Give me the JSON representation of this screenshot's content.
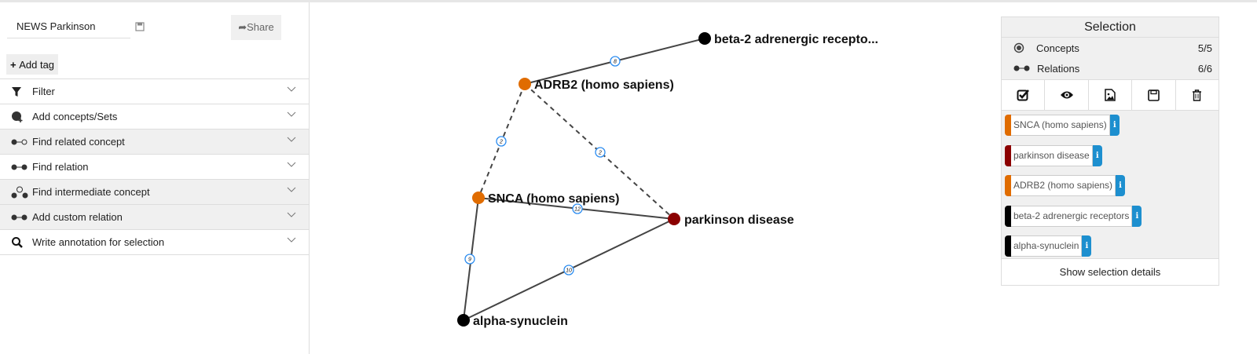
{
  "header": {
    "title": "NEWS Parkinson",
    "share_label": "Share",
    "add_tag_label": "Add tag"
  },
  "sidebar": {
    "items": [
      {
        "label": "Filter",
        "icon": "filter-icon"
      },
      {
        "label": "Add concepts/Sets",
        "icon": "add-concept-icon"
      },
      {
        "label": "Find related concept",
        "icon": "related-concept-icon"
      },
      {
        "label": "Find relation",
        "icon": "relation-icon"
      },
      {
        "label": "Find intermediate concept",
        "icon": "intermediate-concept-icon"
      },
      {
        "label": "Add custom relation",
        "icon": "relation-icon"
      },
      {
        "label": "Write annotation for selection",
        "icon": "search-icon"
      }
    ]
  },
  "graph": {
    "nodes": [
      {
        "label": "beta-2 adrenergic recepto...",
        "color": "#000000"
      },
      {
        "label": "ADRB2 (homo sapiens)",
        "color": "#e06c00"
      },
      {
        "label": "SNCA (homo sapiens)",
        "color": "#e06c00"
      },
      {
        "label": "parkinson disease",
        "color": "#8b0000"
      },
      {
        "label": "alpha-synuclein",
        "color": "#000000"
      }
    ],
    "edges": [
      {
        "label": "8"
      },
      {
        "label": "2"
      },
      {
        "label": "2"
      },
      {
        "label": "12"
      },
      {
        "label": "9"
      },
      {
        "label": "10"
      }
    ]
  },
  "selection": {
    "title": "Selection",
    "concepts_label": "Concepts",
    "concepts_count": "5/5",
    "relations_label": "Relations",
    "relations_count": "6/6",
    "items": [
      {
        "label": "SNCA (homo sapiens)",
        "color": "#e06c00"
      },
      {
        "label": "parkinson disease",
        "color": "#8b0000"
      },
      {
        "label": "ADRB2 (homo sapiens)",
        "color": "#e06c00"
      },
      {
        "label": "beta-2 adrenergic receptors",
        "color": "#000000"
      },
      {
        "label": "alpha-synuclein",
        "color": "#000000"
      }
    ],
    "details_label": "Show selection details"
  }
}
